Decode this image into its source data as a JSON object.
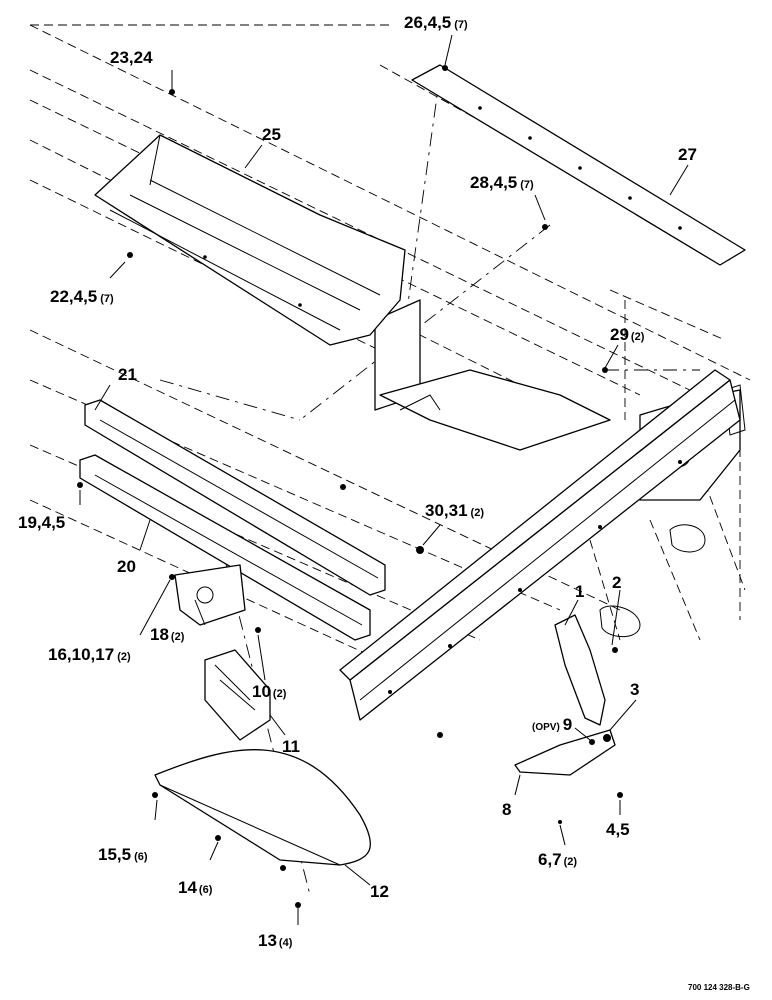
{
  "callouts": {
    "c26": {
      "label": "26,4,5",
      "qty": "(7)"
    },
    "c23": {
      "label": "23,24"
    },
    "c25": {
      "label": "25"
    },
    "c27": {
      "label": "27"
    },
    "c28": {
      "label": "28,4,5",
      "qty": "(7)"
    },
    "c22": {
      "label": "22,4,5",
      "qty": "(7)"
    },
    "c29": {
      "label": "29",
      "qty": "(2)"
    },
    "c21": {
      "label": "21"
    },
    "c19": {
      "label": "19,4,5"
    },
    "c30": {
      "label": "30,31",
      "qty": "(2)"
    },
    "c20": {
      "label": "20"
    },
    "c1": {
      "label": "1"
    },
    "c2": {
      "label": "2"
    },
    "c18": {
      "label": "18",
      "qty": "(2)"
    },
    "c16": {
      "label": "16,10,17",
      "qty": "(2)"
    },
    "c10": {
      "label": "10",
      "qty": "(2)"
    },
    "c3": {
      "label": "3"
    },
    "c11": {
      "label": "11"
    },
    "c9": {
      "label": "9",
      "prefix": "(OPV)"
    },
    "c8": {
      "label": "8"
    },
    "c4": {
      "label": "4,5"
    },
    "c15": {
      "label": "15,5",
      "qty": "(6)"
    },
    "c14": {
      "label": "14",
      "qty": "(6)"
    },
    "c12": {
      "label": "12"
    },
    "c6": {
      "label": "6,7",
      "qty": "(2)"
    },
    "c13": {
      "label": "13",
      "qty": "(4)"
    }
  },
  "footer": {
    "code": "700 124 328-B-G"
  }
}
